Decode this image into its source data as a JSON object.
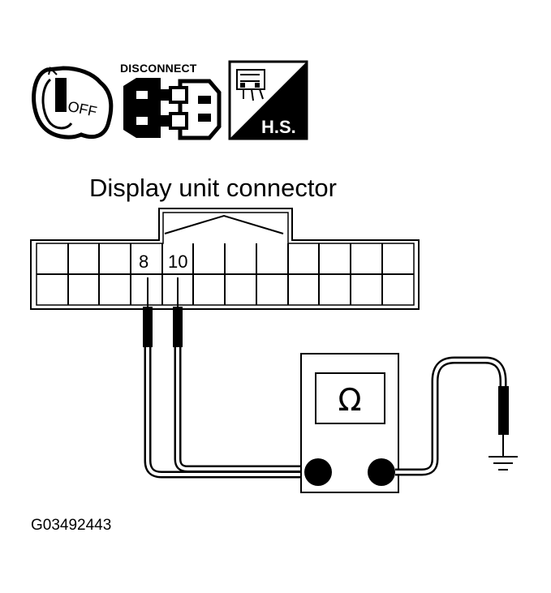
{
  "icons": {
    "ignition": {
      "name": "ignition-off-icon",
      "label": "OFF"
    },
    "disconnect": {
      "name": "disconnect-connector-icon",
      "label": "DISCONNECT"
    },
    "harness": {
      "name": "harness-side-icon",
      "label": "H.S."
    }
  },
  "connector": {
    "title": "Display unit connector",
    "pins": {
      "a": "8",
      "b": "10"
    }
  },
  "meter": {
    "symbol": "Ω"
  },
  "figure_id": "G03492443"
}
